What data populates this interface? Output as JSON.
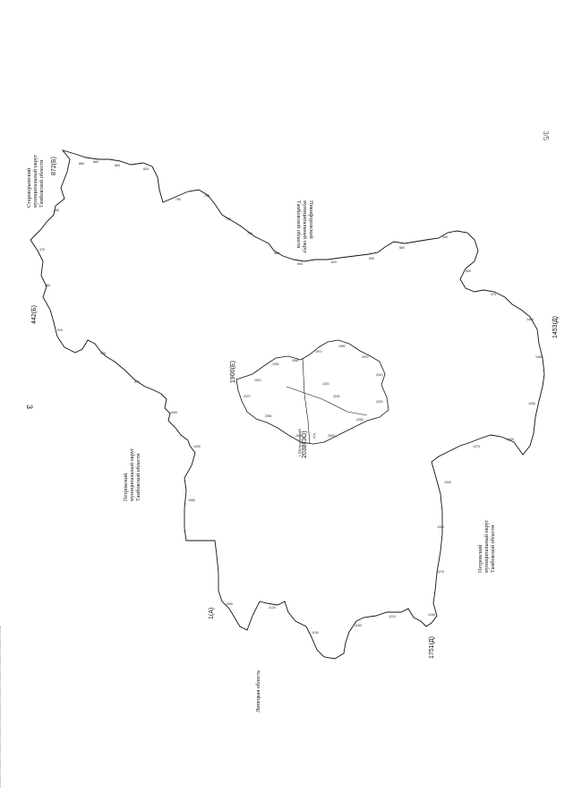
{
  "page": {
    "corner_number": "3/5",
    "side_mark": "3"
  },
  "regions": {
    "north_west": [
      "Староюрьевский",
      "муниципальный округ",
      "Тамбовской области"
    ],
    "north_east": [
      "Никифоровский",
      "муниципальный округ",
      "Тамбовской области"
    ],
    "west": [
      "Петровский",
      "муниципальный округ",
      "Тамбовской области"
    ],
    "south_east": [
      "Петровский",
      "муниципальный округ",
      "Тамбовской области"
    ],
    "south": [
      "Липецкая область"
    ]
  },
  "boundary_points": {
    "start_north": "872(Б)",
    "left_upper": "442(Б)",
    "left_lower": "1(А)",
    "bottom_right": "1751(Д)",
    "right_edge": "1453(Д)",
    "inner_top": "1900(Е)",
    "inner_bottom": "2038(ЭО)"
  },
  "inner_labels": {
    "settlement": "с.Мичуринский",
    "road": "а/д"
  }
}
